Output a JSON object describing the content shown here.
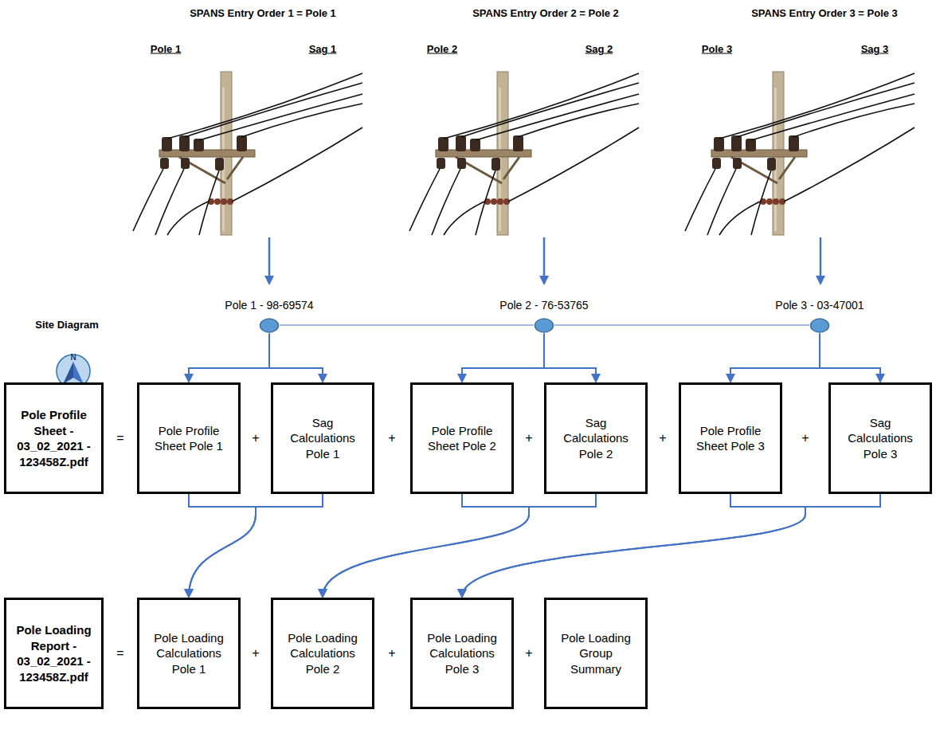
{
  "diagram": {
    "nodes": [
      {
        "text": [
          "Pole 1 - 98-69574"
        ]
      },
      {
        "text": [
          "Pole 2 - 76-53765"
        ]
      },
      {
        "text": [
          "Pole 3 - 03-47001"
        ]
      },
      {
        "text": [
          "Pole Profile Sheet - 03_02_2021 - 123458Z.pdf"
        ]
      },
      {
        "text": [
          "Pole Profile Sheet Pole 1"
        ]
      },
      {
        "text": [
          "Sag Calculations Pole 1"
        ]
      },
      {
        "text": [
          "Pole Profile Sheet Pole 2"
        ]
      },
      {
        "text": [
          "Sag Calculations Pole 2"
        ]
      },
      {
        "text": [
          "Pole Profile Sheet Pole 3"
        ]
      },
      {
        "text": [
          "Sag Calculations Pole 3"
        ]
      },
      {
        "text": [
          "Pole Loading Report - 03_02_2021 - 123458Z.pdf"
        ]
      },
      {
        "text": [
          "Pole Loading Calculations Pole 1"
        ]
      },
      {
        "text": [
          "Pole Loading Calculations Pole 2"
        ]
      },
      {
        "text": [
          "Pole Loading Calculations Pole 3"
        ]
      },
      {
        "text": [
          "Pole Loading Group Summary"
        ]
      }
    ],
    "edges": [
      {
        "from": 0,
        "to": 1,
        "arrow": "none"
      },
      {
        "from": 1,
        "to": 2,
        "arrow": "none"
      },
      {
        "from": 0,
        "to": 4,
        "arrow": "to"
      },
      {
        "from": 0,
        "to": 5,
        "arrow": "to"
      },
      {
        "from": 1,
        "to": 6,
        "arrow": "to"
      },
      {
        "from": 1,
        "to": 7,
        "arrow": "to"
      },
      {
        "from": 2,
        "to": 8,
        "arrow": "to"
      },
      {
        "from": 2,
        "to": 9,
        "arrow": "to"
      },
      {
        "from": 4,
        "to": 11,
        "arrow": "to"
      },
      {
        "from": 5,
        "to": 11,
        "arrow": "to"
      },
      {
        "from": 6,
        "to": 12,
        "arrow": "to"
      },
      {
        "from": 7,
        "to": 12,
        "arrow": "to"
      },
      {
        "from": 8,
        "to": 13,
        "arrow": "to"
      },
      {
        "from": 9,
        "to": 13,
        "arrow": "to"
      }
    ],
    "labels": [
      "SPANS Entry Order 1 = Pole 1",
      "SPANS Entry Order 2 = Pole 2",
      "SPANS Entry Order 3 = Pole 3",
      "Pole 1",
      "Sag 1",
      "Pole 2",
      "Sag 2",
      "Pole 3",
      "Sag 3",
      "Site Diagram",
      "N",
      "=",
      "+",
      "+",
      "+",
      "+",
      "+",
      "=",
      "+",
      "+",
      "+"
    ]
  }
}
